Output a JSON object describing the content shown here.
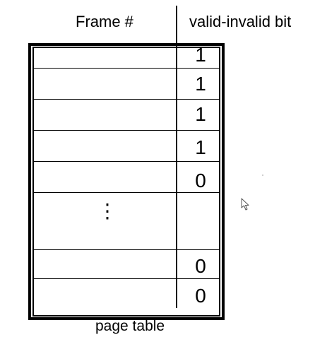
{
  "headers": {
    "frame": "Frame #",
    "valid": "valid-invalid bit"
  },
  "rows": [
    {
      "bit": "1"
    },
    {
      "bit": "1"
    },
    {
      "bit": "1"
    },
    {
      "bit": "1"
    },
    {
      "bit": "0"
    },
    {
      "bit": ""
    },
    {
      "bit": "0"
    },
    {
      "bit": "0"
    }
  ],
  "ellipsis": "⋮",
  "caption": "page table",
  "icons": {
    "cursor": "mouse-pointer-icon"
  }
}
